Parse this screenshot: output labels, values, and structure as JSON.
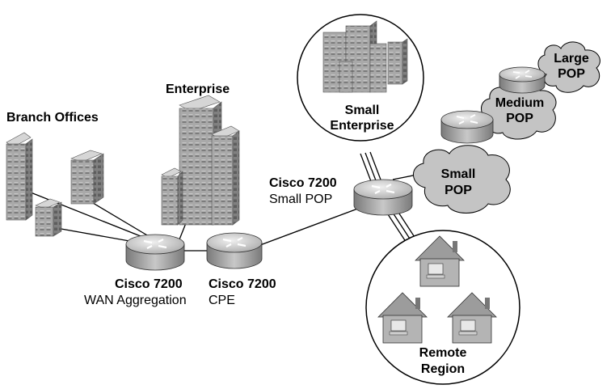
{
  "labels": {
    "branch_offices": "Branch Offices",
    "enterprise": "Enterprise",
    "small_enterprise_1": "Small",
    "small_enterprise_2": "Enterprise",
    "large_pop_1": "Large",
    "large_pop_2": "POP",
    "medium_pop_1": "Medium",
    "medium_pop_2": "POP",
    "small_pop_cloud_1": "Small",
    "small_pop_cloud_2": "POP",
    "router_small_pop_model": "Cisco 7200",
    "router_small_pop_role": "Small POP",
    "router_wan_model": "Cisco 7200",
    "router_wan_role": "WAN Aggregation",
    "router_cpe_model": "Cisco 7200",
    "router_cpe_role": "CPE",
    "remote_region_1": "Remote",
    "remote_region_2": "Region"
  },
  "colors": {
    "building_face": "#a9a9a9",
    "building_side": "#6f6f6f",
    "cloud": "#c4c4c4",
    "router_top": "#d0d0d0",
    "router_side": "#9a9a9a",
    "line": "#000000"
  },
  "icons": [
    "building-icon",
    "router-icon",
    "cloud-icon",
    "house-icon",
    "computer-icon"
  ]
}
